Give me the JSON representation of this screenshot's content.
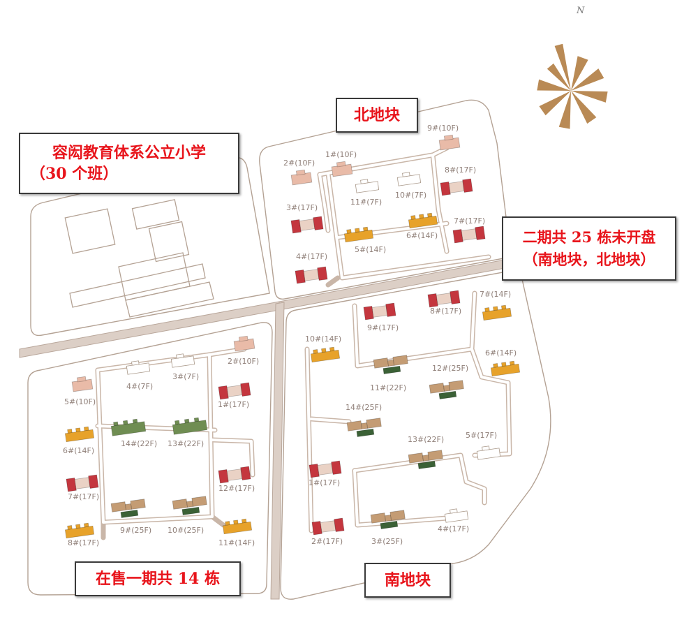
{
  "colors": {
    "road": "#dccfc6",
    "road_edge": "#b9a79b",
    "parcel_line": "#b4a294",
    "red": "#c4363e",
    "pink": "#e9bba8",
    "orange": "#e7a22a",
    "green": "#6f8d52",
    "tan": "#c49c74",
    "dark_green": "#3b6136",
    "white_building": "#ffffff",
    "label_text": "#8f7f78",
    "callout_text": "#e8141b",
    "compass": "#b98a55"
  },
  "north_label": "N",
  "callouts": {
    "school": {
      "line1": "容闳教育体系公立小学",
      "line2": "（30 个班）"
    },
    "north_plot": {
      "line1": "北地块"
    },
    "phase2": {
      "line1": "二期共 25 栋未开盘",
      "line2": "（南地块，北地块）"
    },
    "on_sale": {
      "line1": "在售一期共 14 栋"
    },
    "south_plot": {
      "line1": "南地块"
    }
  },
  "buildings": {
    "north": [
      {
        "id": "n9",
        "label": "9#(10F)",
        "color": "pink"
      },
      {
        "id": "n1",
        "label": "1#(10F)",
        "color": "pink"
      },
      {
        "id": "n2",
        "label": "2#(10F)",
        "color": "pink"
      },
      {
        "id": "n11",
        "label": "11#(7F)",
        "color": "white"
      },
      {
        "id": "n10",
        "label": "10#(7F)",
        "color": "white"
      },
      {
        "id": "n8",
        "label": "8#(17F)",
        "color": "red"
      },
      {
        "id": "n3",
        "label": "3#(17F)",
        "color": "red"
      },
      {
        "id": "n7",
        "label": "7#(17F)",
        "color": "red"
      },
      {
        "id": "n6",
        "label": "6#(14F)",
        "color": "orange"
      },
      {
        "id": "n5",
        "label": "5#(14F)",
        "color": "orange"
      },
      {
        "id": "n4",
        "label": "4#(17F)",
        "color": "red"
      }
    ],
    "phase1": [
      {
        "id": "p2",
        "label": "2#(10F)",
        "color": "pink"
      },
      {
        "id": "p4",
        "label": "4#(7F)",
        "color": "white"
      },
      {
        "id": "p3",
        "label": "3#(7F)",
        "color": "white"
      },
      {
        "id": "p5",
        "label": "5#(10F)",
        "color": "pink"
      },
      {
        "id": "p1",
        "label": "1#(17F)",
        "color": "red"
      },
      {
        "id": "p6",
        "label": "6#(14F)",
        "color": "orange"
      },
      {
        "id": "p14",
        "label": "14#(22F)",
        "color": "green"
      },
      {
        "id": "p13",
        "label": "13#(22F)",
        "color": "green"
      },
      {
        "id": "p12",
        "label": "12#(17F)",
        "color": "red"
      },
      {
        "id": "p7",
        "label": "7#(17F)",
        "color": "red"
      },
      {
        "id": "p9",
        "label": "9#(25F)",
        "color": "tan"
      },
      {
        "id": "p10",
        "label": "10#(25F)",
        "color": "tan"
      },
      {
        "id": "p8",
        "label": "8#(17F)",
        "color": "orange"
      },
      {
        "id": "p11",
        "label": "11#(14F)",
        "color": "orange"
      }
    ],
    "south": [
      {
        "id": "s7",
        "label": "7#(14F)",
        "color": "orange"
      },
      {
        "id": "s9",
        "label": "9#(17F)",
        "color": "red"
      },
      {
        "id": "s8",
        "label": "8#(17F)",
        "color": "red"
      },
      {
        "id": "s10",
        "label": "10#(14F)",
        "color": "orange"
      },
      {
        "id": "s6",
        "label": "6#(14F)",
        "color": "orange"
      },
      {
        "id": "s11",
        "label": "11#(22F)",
        "color": "tan"
      },
      {
        "id": "s12",
        "label": "12#(25F)",
        "color": "tan"
      },
      {
        "id": "s14",
        "label": "14#(25F)",
        "color": "tan"
      },
      {
        "id": "s13",
        "label": "13#(22F)",
        "color": "tan"
      },
      {
        "id": "s5",
        "label": "5#(17F)",
        "color": "white"
      },
      {
        "id": "s1",
        "label": "1#(17F)",
        "color": "red"
      },
      {
        "id": "s2",
        "label": "2#(17F)",
        "color": "red"
      },
      {
        "id": "s3",
        "label": "3#(25F)",
        "color": "tan"
      },
      {
        "id": "s4",
        "label": "4#(17F)",
        "color": "white"
      }
    ]
  }
}
